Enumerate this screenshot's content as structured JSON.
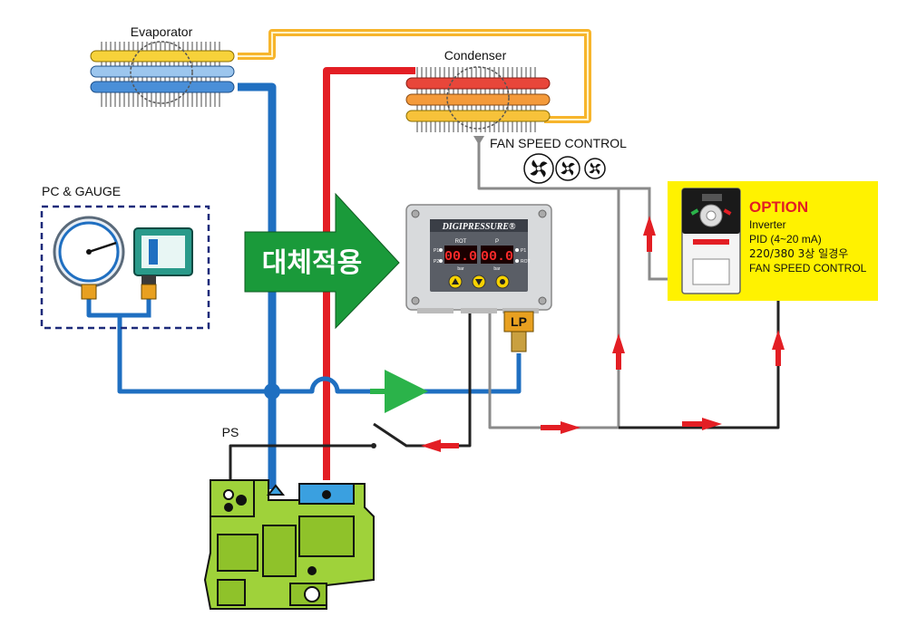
{
  "labels": {
    "evaporator": "Evaporator",
    "condenser": "Condenser",
    "fan_speed_control": "FAN SPEED CONTROL",
    "pc_gauge": "PC & GAUGE",
    "ps": "PS",
    "lp": "LP",
    "replace_arrow": "대체적용"
  },
  "controller": {
    "brand": "DIGIPRESSURE®",
    "col_rot": "ROT",
    "col_p": "P",
    "display_left": "00.0",
    "display_right": "00.0",
    "led_p1": "P1",
    "led_p2": "P2",
    "led_p1_right": "P1",
    "led_rot": "ROT",
    "unit_left": "bar",
    "unit_right": "bar"
  },
  "option": {
    "title": "OPTION",
    "line1": "Inverter",
    "line2": "PID (4~20 mA)",
    "line3": "220/380 3상 일경우",
    "line4": "FAN SPEED CONTROL"
  },
  "colors": {
    "suction_line": "#1f6fc1",
    "discharge_line": "#e31e24",
    "liquid_line": "#f7b52c",
    "signal_line": "#8a8a8a",
    "control_line": "#222222",
    "flow_arrow_red": "#e31e24",
    "flow_arrow_green": "#2bb34a",
    "replace_arrow_fill": "#1a9a3a",
    "compressor_body": "#9fd23a",
    "option_panel": "#fff200"
  },
  "icons": {
    "fans": [
      "fan-icon",
      "fan-icon",
      "fan-icon"
    ],
    "gauge": "pressure-gauge-icon",
    "switch": "pressure-switch-icon",
    "compressor": "compressor-icon"
  }
}
